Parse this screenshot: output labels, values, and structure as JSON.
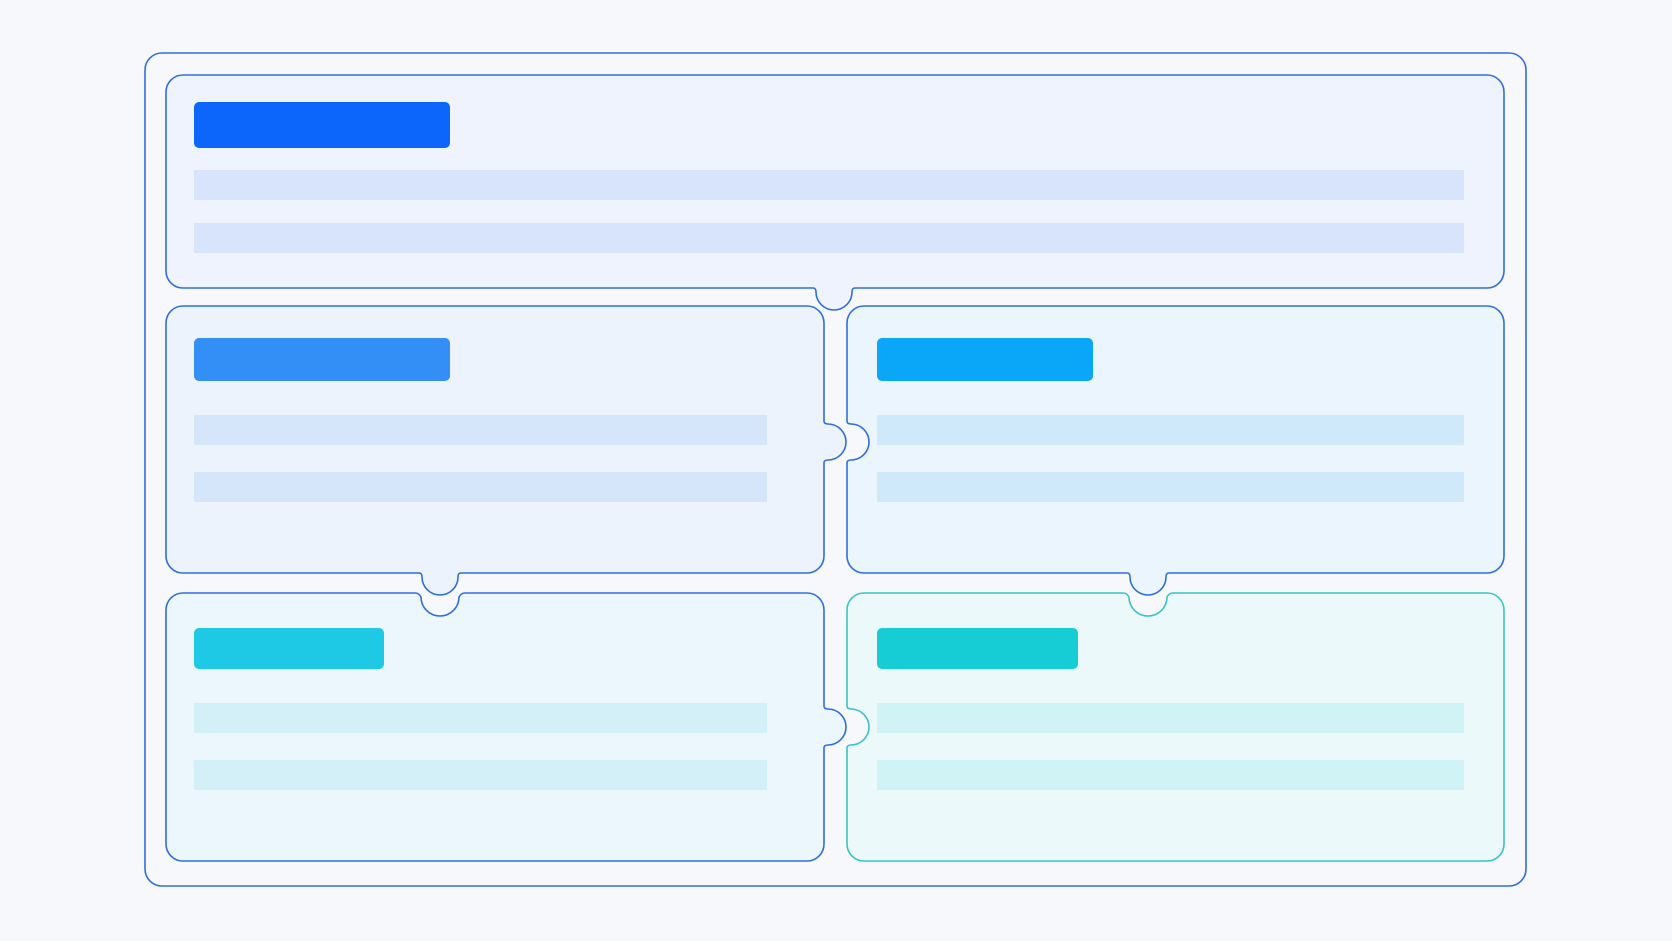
{
  "layout": {
    "description": "",
    "background_color": "#f6f8fc",
    "outer_frame_color": "#2f6fdc"
  },
  "panels": [
    {
      "id": "top",
      "title_bar_color": "#0d66fb",
      "line_color": "#d8e4fb",
      "fill": "#eef3fd",
      "border": "#2f6fdc",
      "line_count": 2
    },
    {
      "id": "middle-left",
      "title_bar_color": "#338ef5",
      "line_color": "#d6e6fa",
      "fill": "#edf3fd",
      "border": "#2f6fdc",
      "line_count": 2
    },
    {
      "id": "middle-right",
      "title_bar_color": "#0aa6f7",
      "line_color": "#d0e9fa",
      "fill": "#eaf5fd",
      "border": "#2f6fdc",
      "line_count": 2
    },
    {
      "id": "bottom-left",
      "title_bar_color": "#1ec9e6",
      "line_color": "#d3f0f8",
      "fill": "#ebf7fd",
      "border": "#2f6fdc",
      "line_count": 2
    },
    {
      "id": "bottom-right",
      "title_bar_color": "#16cdd6",
      "line_color": "#d0f3f5",
      "fill": "#ebf9fb",
      "border": "#39c3c9",
      "line_count": 2
    }
  ],
  "connectors": [
    {
      "from": "top",
      "to": "middle",
      "type": "puzzle-notch"
    },
    {
      "from": "middle-left",
      "to": "middle-right",
      "type": "puzzle-notch"
    },
    {
      "from": "middle-left",
      "to": "bottom-left",
      "type": "puzzle-notch"
    },
    {
      "from": "middle-right",
      "to": "bottom-right",
      "type": "puzzle-notch"
    },
    {
      "from": "bottom-left",
      "to": "bottom-right",
      "type": "puzzle-notch"
    }
  ]
}
